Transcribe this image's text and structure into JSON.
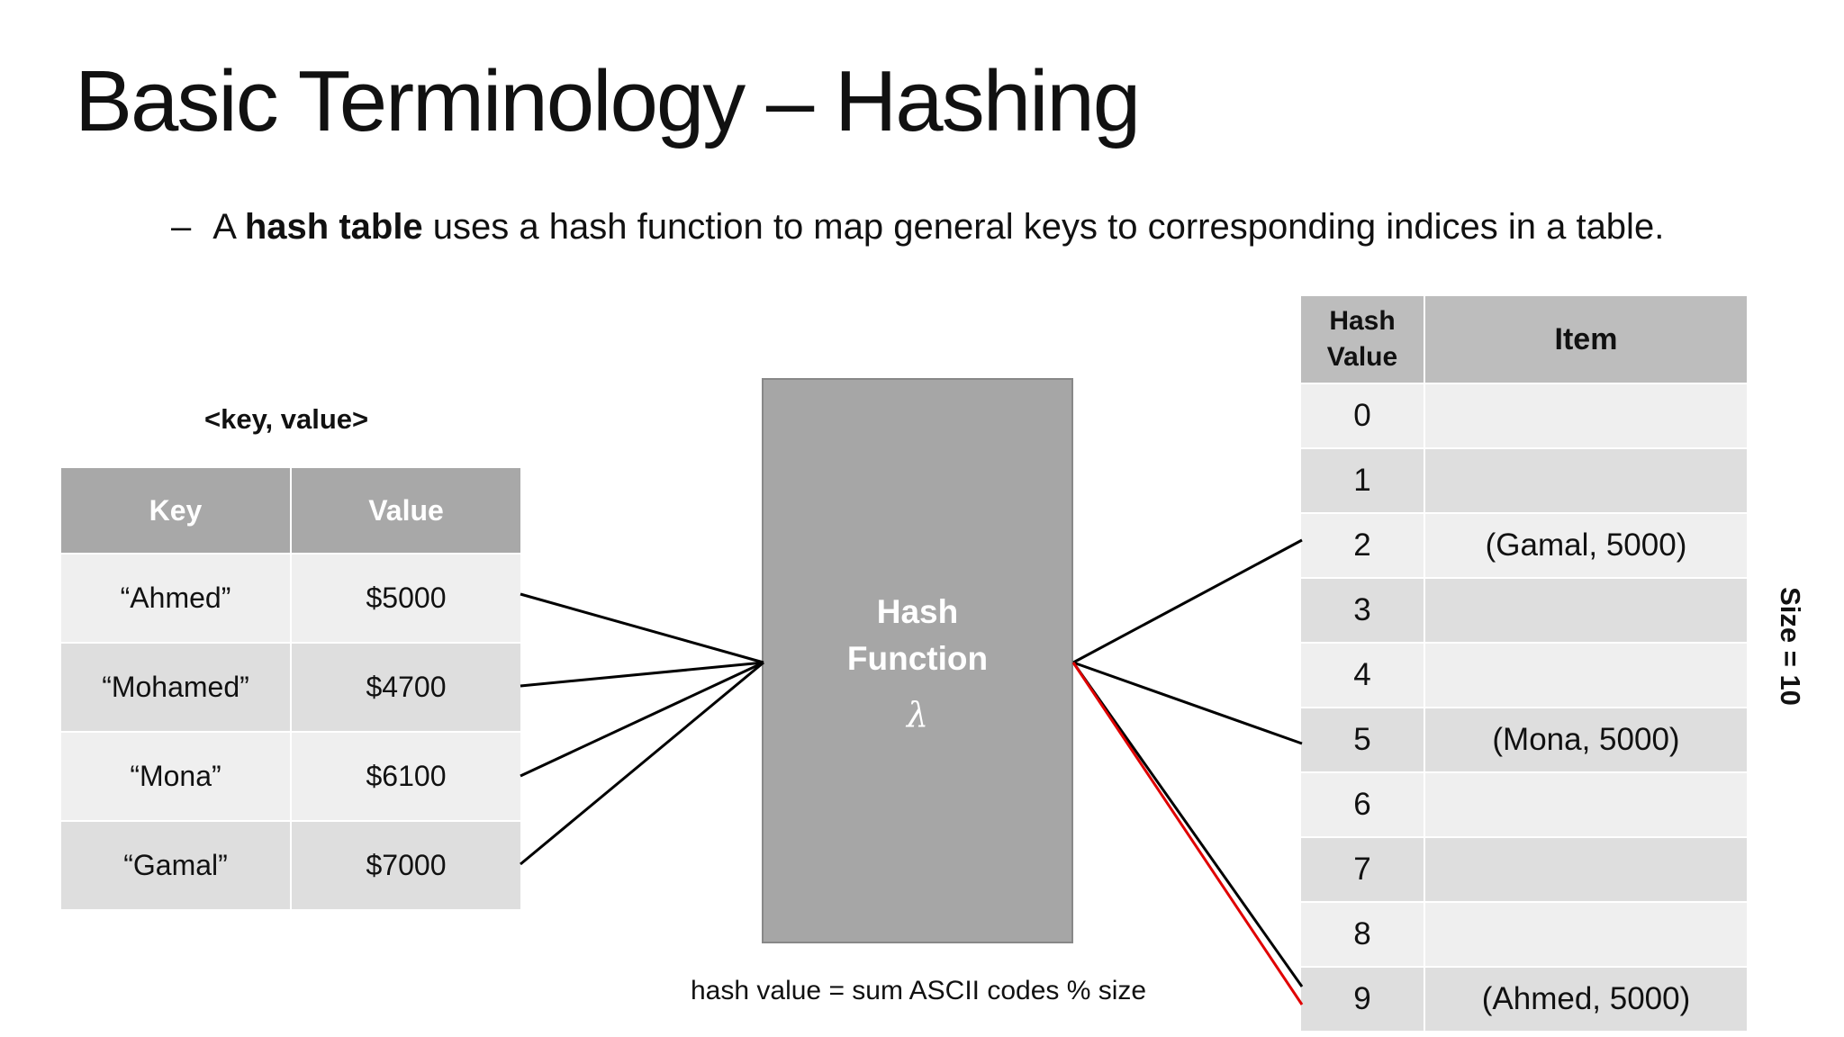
{
  "title": "Basic Terminology – Hashing",
  "bullet": {
    "dash": "–",
    "pre": "A ",
    "bold": "hash table",
    "post": " uses a hash function to map general keys to corresponding indices in a table."
  },
  "kv_caption": "<key, value>",
  "kv_table": {
    "headers": [
      "Key",
      "Value"
    ],
    "rows": [
      [
        "“Ahmed”",
        "$5000"
      ],
      [
        "“Mohamed”",
        "$4700"
      ],
      [
        "“Mona”",
        "$6100"
      ],
      [
        "“Gamal”",
        "$7000"
      ]
    ]
  },
  "hash_function": {
    "line1": "Hash",
    "line2": "Function",
    "symbol": "λ"
  },
  "formula": "hash value = sum ASCII codes % size",
  "hash_table": {
    "headers": [
      "Hash Value",
      "Item"
    ],
    "rows": [
      [
        "0",
        ""
      ],
      [
        "1",
        ""
      ],
      [
        "2",
        "(Gamal, 5000)"
      ],
      [
        "3",
        ""
      ],
      [
        "4",
        ""
      ],
      [
        "5",
        "(Mona, 5000)"
      ],
      [
        "6",
        ""
      ],
      [
        "7",
        ""
      ],
      [
        "8",
        ""
      ],
      [
        "9",
        "(Ahmed, 5000)"
      ]
    ]
  },
  "size_label": "Size = 10",
  "colors": {
    "highlight_line": "#e00000",
    "line": "#000000",
    "box": "#a6a6a6"
  }
}
